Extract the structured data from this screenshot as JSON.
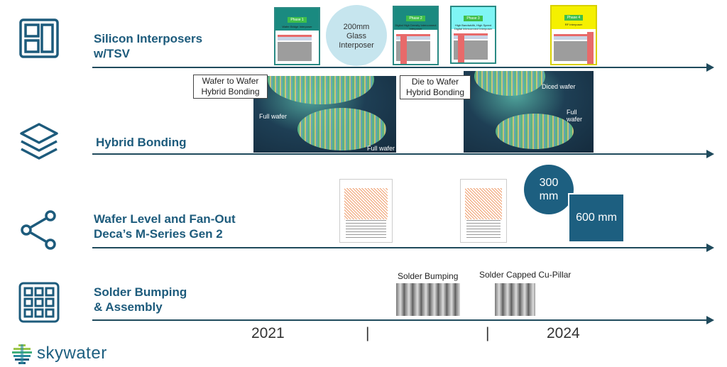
{
  "rows": [
    {
      "title_line1": "Silicon Interposers",
      "title_line2": "w/TSV"
    },
    {
      "title_line1": "Hybrid Bonding"
    },
    {
      "title_line1": "Wafer Level and Fan-Out",
      "title_line2": "Deca’s M-Series Gen 2"
    },
    {
      "title_line1": "Solder Bumping",
      "title_line2": "& Assembly"
    }
  ],
  "interposers": {
    "phases": [
      {
        "tag": "Phase 1",
        "sub": "Wafer Bridge Interposer",
        "color": "#1a8a80"
      },
      {
        "tag": "Phase 2",
        "sub": "Digital High Density Interconnect Interposer",
        "color": "#1a8a80"
      },
      {
        "tag": "Phase 3",
        "sub": "High Bandwidth, High Speed Digital Interconnect Interposer",
        "color": "#7ff5f5"
      },
      {
        "tag": "Phase 4",
        "sub": "RF Interposer",
        "color": "#f5f000"
      }
    ],
    "glass_line1": "200mm",
    "glass_line2": "Glass",
    "glass_line3": "Interposer"
  },
  "hybrid": {
    "w2w_line1": "Wafer to Wafer",
    "w2w_line2": "Hybrid Bonding",
    "d2w_line1": "Die to Wafer",
    "d2w_line2": "Hybrid Bonding",
    "photo1_labels": [
      "Full wafer",
      "Full wafer"
    ],
    "photo2_labels": [
      "Diced wafer",
      "Full wafer"
    ]
  },
  "wlfo": {
    "circle_line1": "300",
    "circle_line2": "mm",
    "square": "600 mm"
  },
  "solder": {
    "bumping": "Solder Bumping",
    "pillar": "Solder Capped Cu-Pillar"
  },
  "timeline": {
    "year_start": "2021",
    "sep": "|",
    "year_end": "2024"
  },
  "logo": {
    "text": "skywater"
  },
  "colors": {
    "title": "#1d5b7c",
    "arrow": "#1f4a5c",
    "badge": "#1d5f80"
  }
}
